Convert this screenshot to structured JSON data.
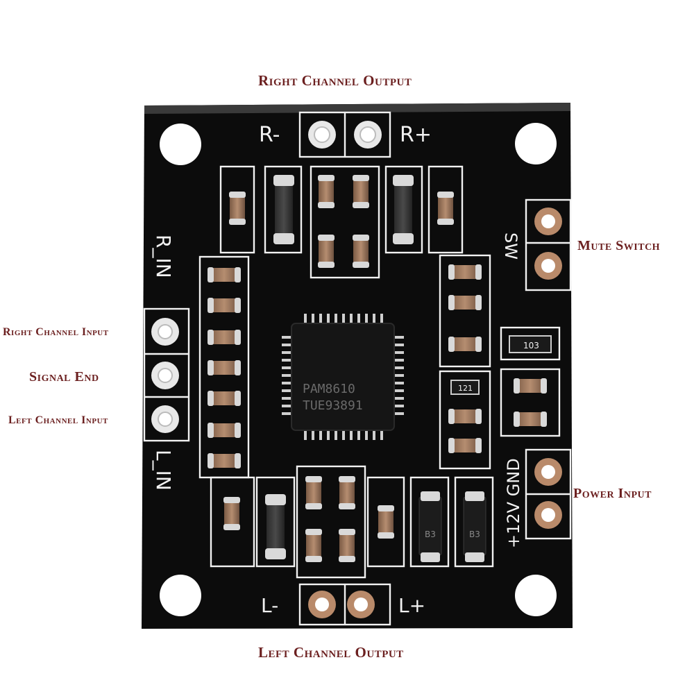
{
  "callouts": {
    "right_channel_output": "Right Channel Output",
    "left_channel_output": "Left Channel Output",
    "mute_switch": "Mute Switch",
    "power_input": "Power Input",
    "right_channel_input": "Right Channel Input",
    "signal_end": "Signal End",
    "left_channel_input": "Left Channel Input"
  },
  "silkscreen": {
    "r_minus": "R-",
    "r_plus": "R+",
    "l_minus": "L-",
    "l_plus": "L+",
    "r_in": "R_IN",
    "l_in": "L_IN",
    "sw": "SW",
    "power": "+12V GND",
    "chip_line1": "PAM8610",
    "chip_line2": "TUE93891",
    "resistor_code_1": "103",
    "resistor_code_2": "121",
    "diode_code_1": "B3",
    "diode_code_2": "B3"
  },
  "colors": {
    "callout_text": "#6b1f1f",
    "pcb": "#0c0c0c",
    "silkscreen": "#f2f2f2",
    "capacitor": "#a0785a",
    "pad_copper": "#b98a6a"
  }
}
